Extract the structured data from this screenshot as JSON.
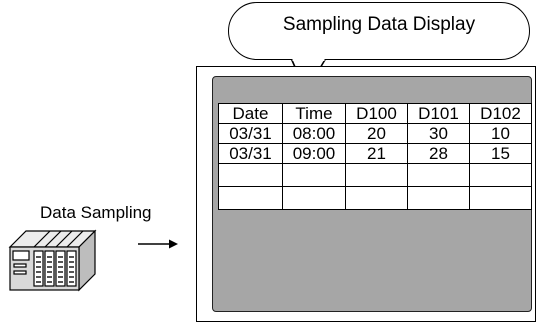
{
  "callout": {
    "title": "Sampling Data Display"
  },
  "labels": {
    "data_sampling": "Data Sampling"
  },
  "table": {
    "headers": [
      "Date",
      "Time",
      "D100",
      "D101",
      "D102"
    ],
    "rows": [
      [
        "03/31",
        "08:00",
        "20",
        "30",
        "10"
      ],
      [
        "03/31",
        "09:00",
        "21",
        "28",
        "15"
      ],
      [
        "",
        "",
        "",
        "",
        ""
      ],
      [
        "",
        "",
        "",
        "",
        ""
      ]
    ]
  },
  "colors": {
    "screen_background": "#a6a6a6",
    "stroke": "#000000",
    "plc_panel": "#d9d9d9"
  },
  "icons": {
    "plc": "plc-unit-icon",
    "arrow": "arrow-right-icon"
  }
}
